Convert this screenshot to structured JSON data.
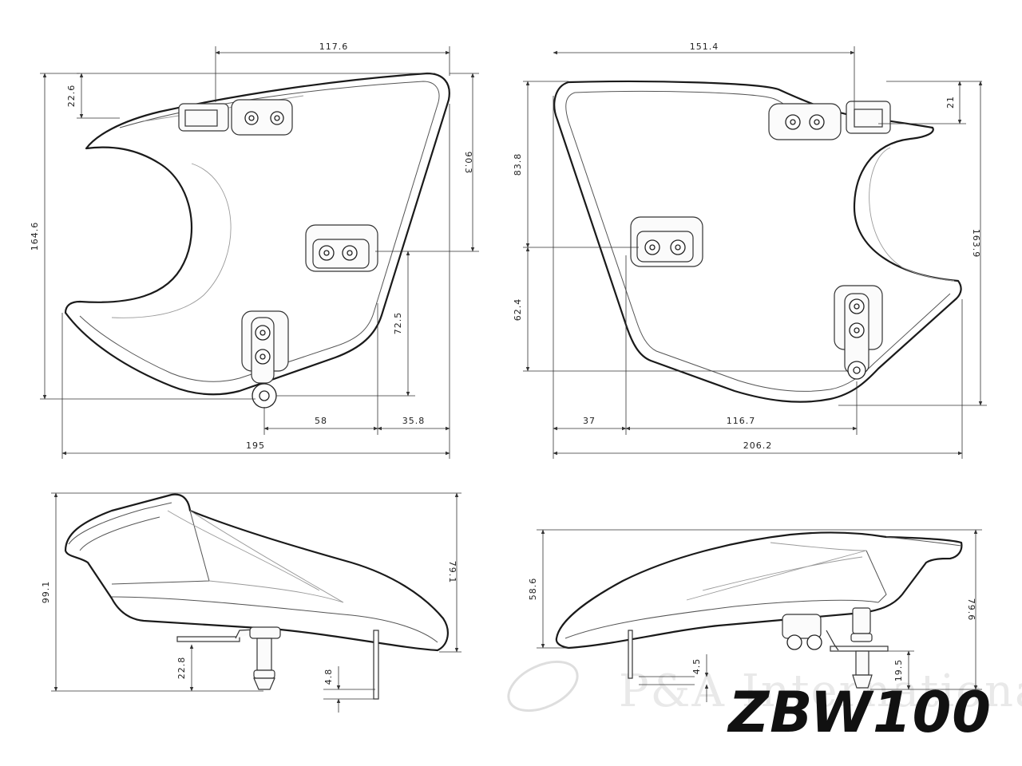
{
  "model": "ZBW100",
  "watermark": "P&A International",
  "views": {
    "top_left": {
      "dims": {
        "width_top": "117.6",
        "offset_top": "22.6",
        "upper_height": "90.3",
        "total_height": "164.6",
        "lower_height": "72.5",
        "mid_width": "58",
        "right_width": "35.8",
        "total_width": "195"
      }
    },
    "top_right": {
      "dims": {
        "width_top": "151.4",
        "offset_top": "21",
        "upper_height": "83.8",
        "lower_height": "62.4",
        "total_height": "163.9",
        "left_width": "37",
        "mid_width": "116.7",
        "total_width": "206.2"
      }
    },
    "side_left": {
      "dims": {
        "total_height": "99.1",
        "body_height": "79.1",
        "pin_length": "22.8",
        "thickness": "4.8"
      }
    },
    "side_right": {
      "dims": {
        "body_height": "58.6",
        "total_height": "79.6",
        "thickness": "4.5",
        "pin_length": "19.5"
      }
    }
  }
}
